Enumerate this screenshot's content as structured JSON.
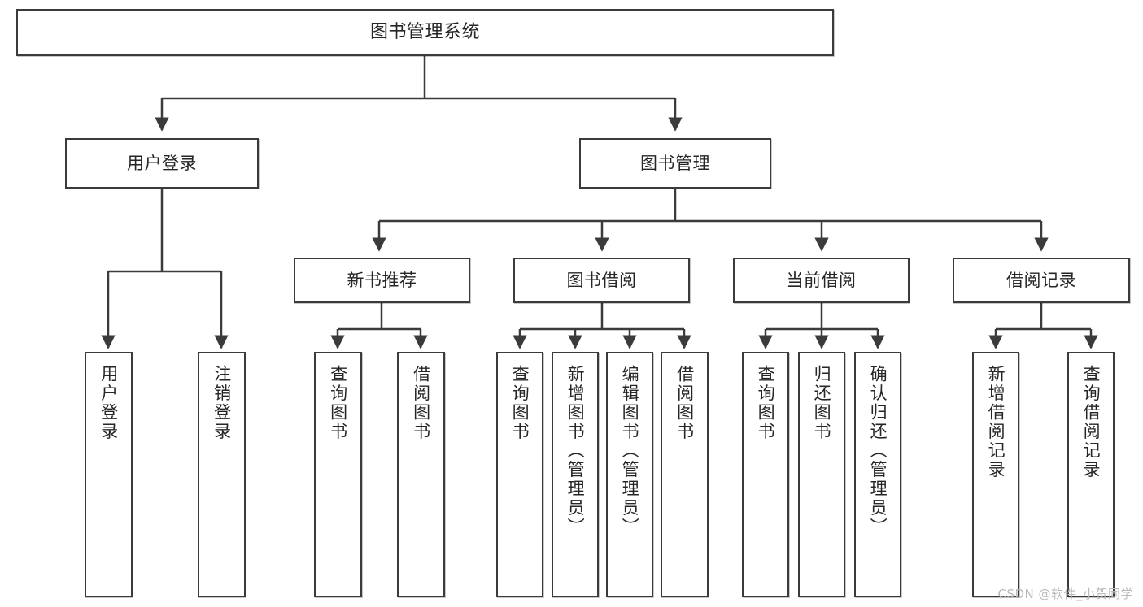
{
  "diagram": {
    "title": "图书管理系统",
    "type": "tree-hierarchy-chart",
    "theme": {
      "stroke": "#3b3b3b",
      "fill": "#ffffff",
      "text": "#262626",
      "watermark_color": "#b9b9b9"
    },
    "nodes": {
      "root": {
        "label": "图书管理系统"
      },
      "level2": [
        {
          "id": "user-login",
          "label": "用户登录"
        },
        {
          "id": "book-manage",
          "label": "图书管理"
        }
      ],
      "level3": [
        {
          "id": "new-book-recommend",
          "label": "新书推荐"
        },
        {
          "id": "book-borrow",
          "label": "图书借阅"
        },
        {
          "id": "current-borrow",
          "label": "当前借阅"
        },
        {
          "id": "borrow-record",
          "label": "借阅记录"
        }
      ],
      "leaves": [
        {
          "id": "leaf-user-login",
          "label": "用户登录"
        },
        {
          "id": "leaf-logout-login",
          "label": "注销登录"
        },
        {
          "id": "leaf-query-book-1",
          "label": "查询图书"
        },
        {
          "id": "leaf-borrow-book-1",
          "label": "借阅图书"
        },
        {
          "id": "leaf-query-book-2",
          "label": "查询图书"
        },
        {
          "id": "leaf-add-book",
          "label": "新增图书（管理员）"
        },
        {
          "id": "leaf-edit-book",
          "label": "编辑图书（管理员）"
        },
        {
          "id": "leaf-borrow-book-2",
          "label": "借阅图书"
        },
        {
          "id": "leaf-query-book-3",
          "label": "查询图书"
        },
        {
          "id": "leaf-return-book",
          "label": "归还图书"
        },
        {
          "id": "leaf-confirm-return",
          "label": "确认归还（管理员）"
        },
        {
          "id": "leaf-add-borrow-record",
          "label": "新增借阅记录"
        },
        {
          "id": "leaf-query-borrow-record",
          "label": "查询借阅记录"
        }
      ]
    },
    "watermark": "CSDN @软件_小贺同学"
  }
}
